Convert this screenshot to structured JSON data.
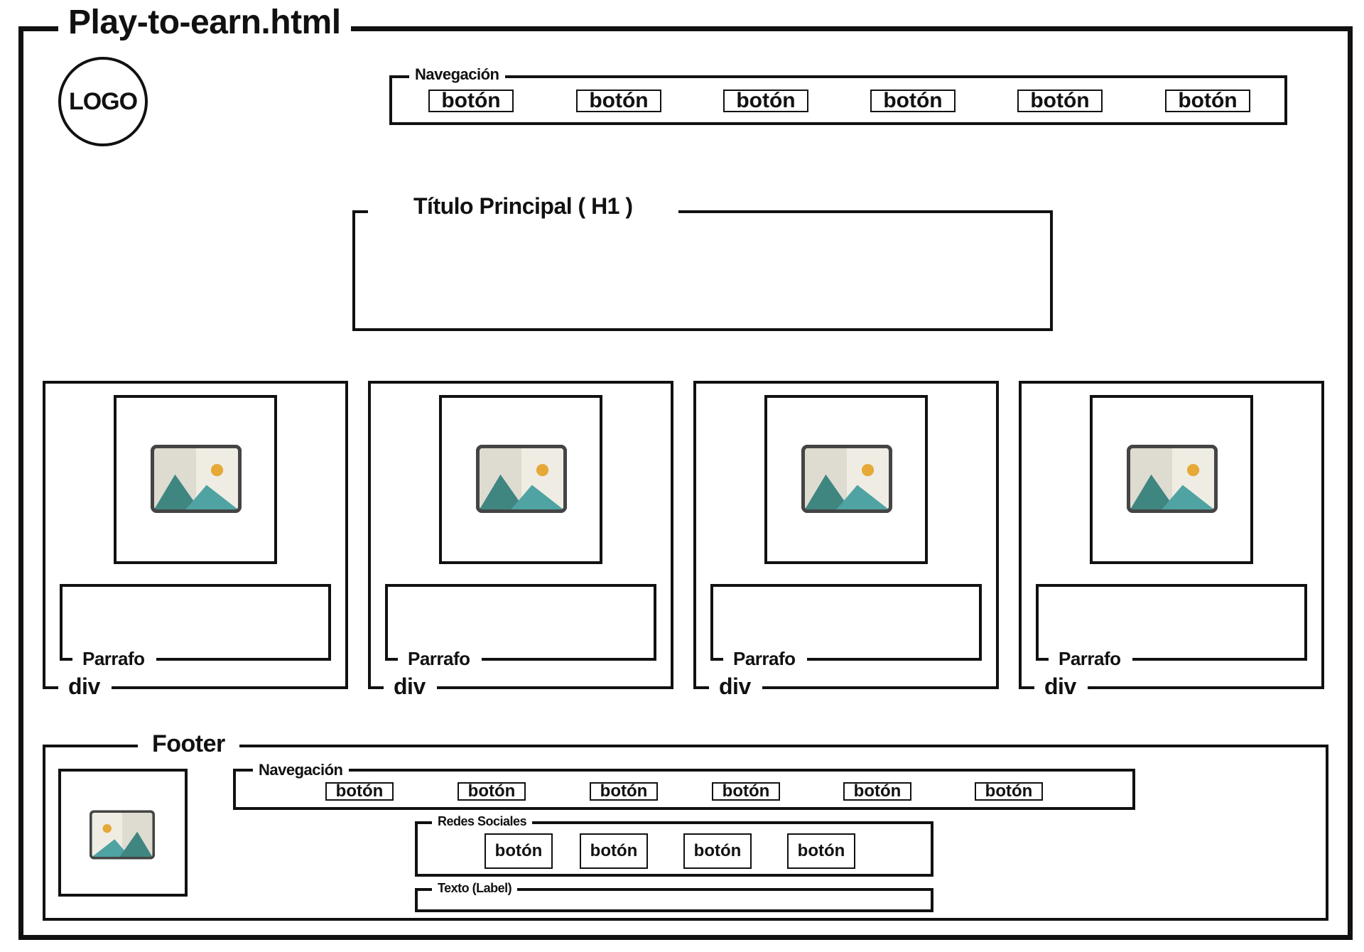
{
  "page": {
    "title": "Play-to-earn.html"
  },
  "header": {
    "logo": "LOGO",
    "nav": {
      "label": "Navegación",
      "buttons": [
        "botón",
        "botón",
        "botón",
        "botón",
        "botón",
        "botón"
      ]
    }
  },
  "hero": {
    "label": "Título Principal ( H1 )"
  },
  "cards": [
    {
      "paragraph_label": "Parrafo",
      "div_label": "div"
    },
    {
      "paragraph_label": "Parrafo",
      "div_label": "div"
    },
    {
      "paragraph_label": "Parrafo",
      "div_label": "div"
    },
    {
      "paragraph_label": "Parrafo",
      "div_label": "div"
    }
  ],
  "footer": {
    "label": "Footer",
    "nav": {
      "label": "Navegación",
      "buttons": [
        "botón",
        "botón",
        "botón",
        "botón",
        "botón",
        "botón"
      ]
    },
    "social": {
      "label": "Redes Sociales",
      "buttons": [
        "botón",
        "botón",
        "botón",
        "botón"
      ]
    },
    "text_label": "Texto (Label)"
  },
  "icons": {
    "image_placeholder": "image-icon",
    "logo_shape": "circle"
  },
  "colors": {
    "stroke": "#111111",
    "mountain_dark": "#3F8580",
    "mountain_light": "#4FA3A2",
    "sun": "#E6A836",
    "sky_left": "#DEDBD0",
    "sky_right": "#EFEDE3",
    "frame": "#444444"
  }
}
